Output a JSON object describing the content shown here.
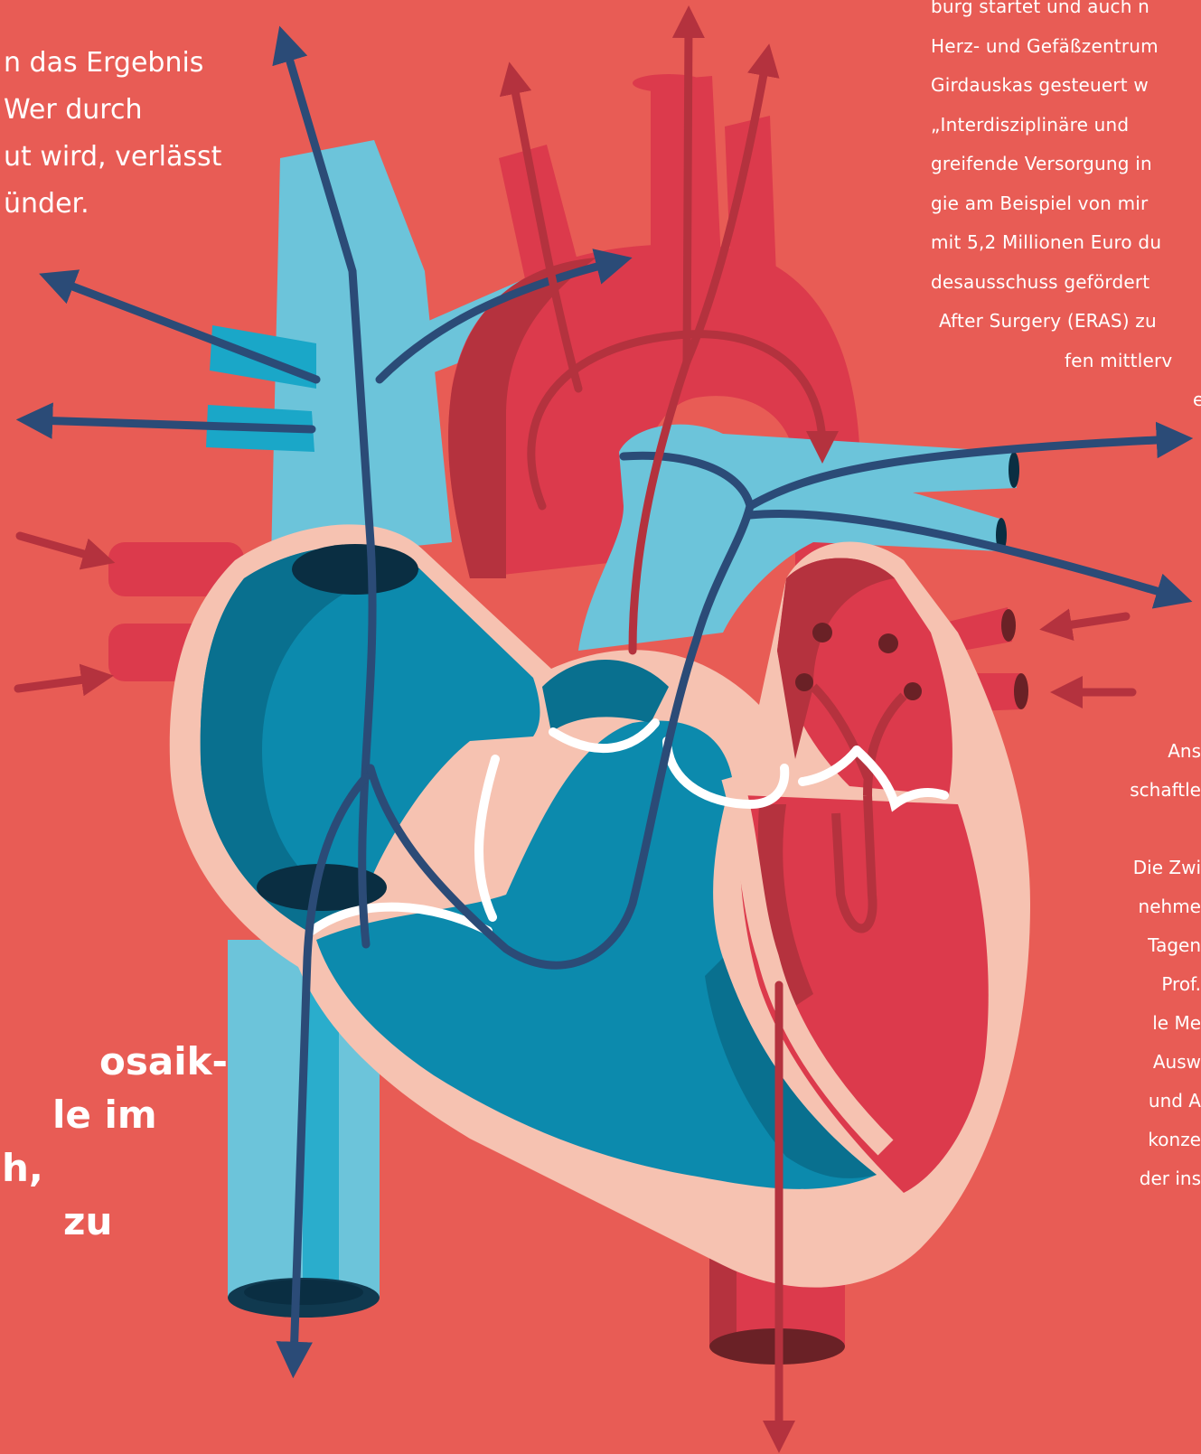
{
  "intro_text": {
    "lines": [
      "n das Ergebnis",
      "Wer durch",
      "ut wird, verlässt",
      "ünder."
    ]
  },
  "top_right_text": {
    "lines": [
      "burg startet und auch n",
      "Herz- und Gefäßzentrum",
      "Girdauskas gesteuert w",
      "„Interdisziplinäre und",
      "greifende Versorgung in",
      "gie am Beispiel von mir",
      "mit 5,2 Millionen Euro du",
      "desausschuss gefördert",
      "After Surgery (ERAS) zu",
      "fen mittlerv",
      "e"
    ]
  },
  "right_text": {
    "lines": [
      "Ans",
      "schaftle",
      "",
      "Die Zwi",
      "nehme",
      "Tagen",
      "Prof.",
      "le Me",
      "Ausw",
      "und A",
      "konze",
      "der ins"
    ]
  },
  "headline": {
    "lines": [
      "osaik-",
      "le im",
      "h,",
      "zu"
    ]
  },
  "colors": {
    "background": "#e85c55",
    "artery": "#dc3a4c",
    "artery_dark": "#b5323e",
    "vein": "#6cc4da",
    "vein_dark": "#1aa7c8",
    "chamber_blue": "#0c8aad",
    "chamber_dark": "#09708f",
    "wall": "#f6c2b1",
    "flow_arrow": "#2b4b77",
    "red_arrow": "#b4323e",
    "valve": "#ffffff",
    "opening": "#0a2e42"
  }
}
